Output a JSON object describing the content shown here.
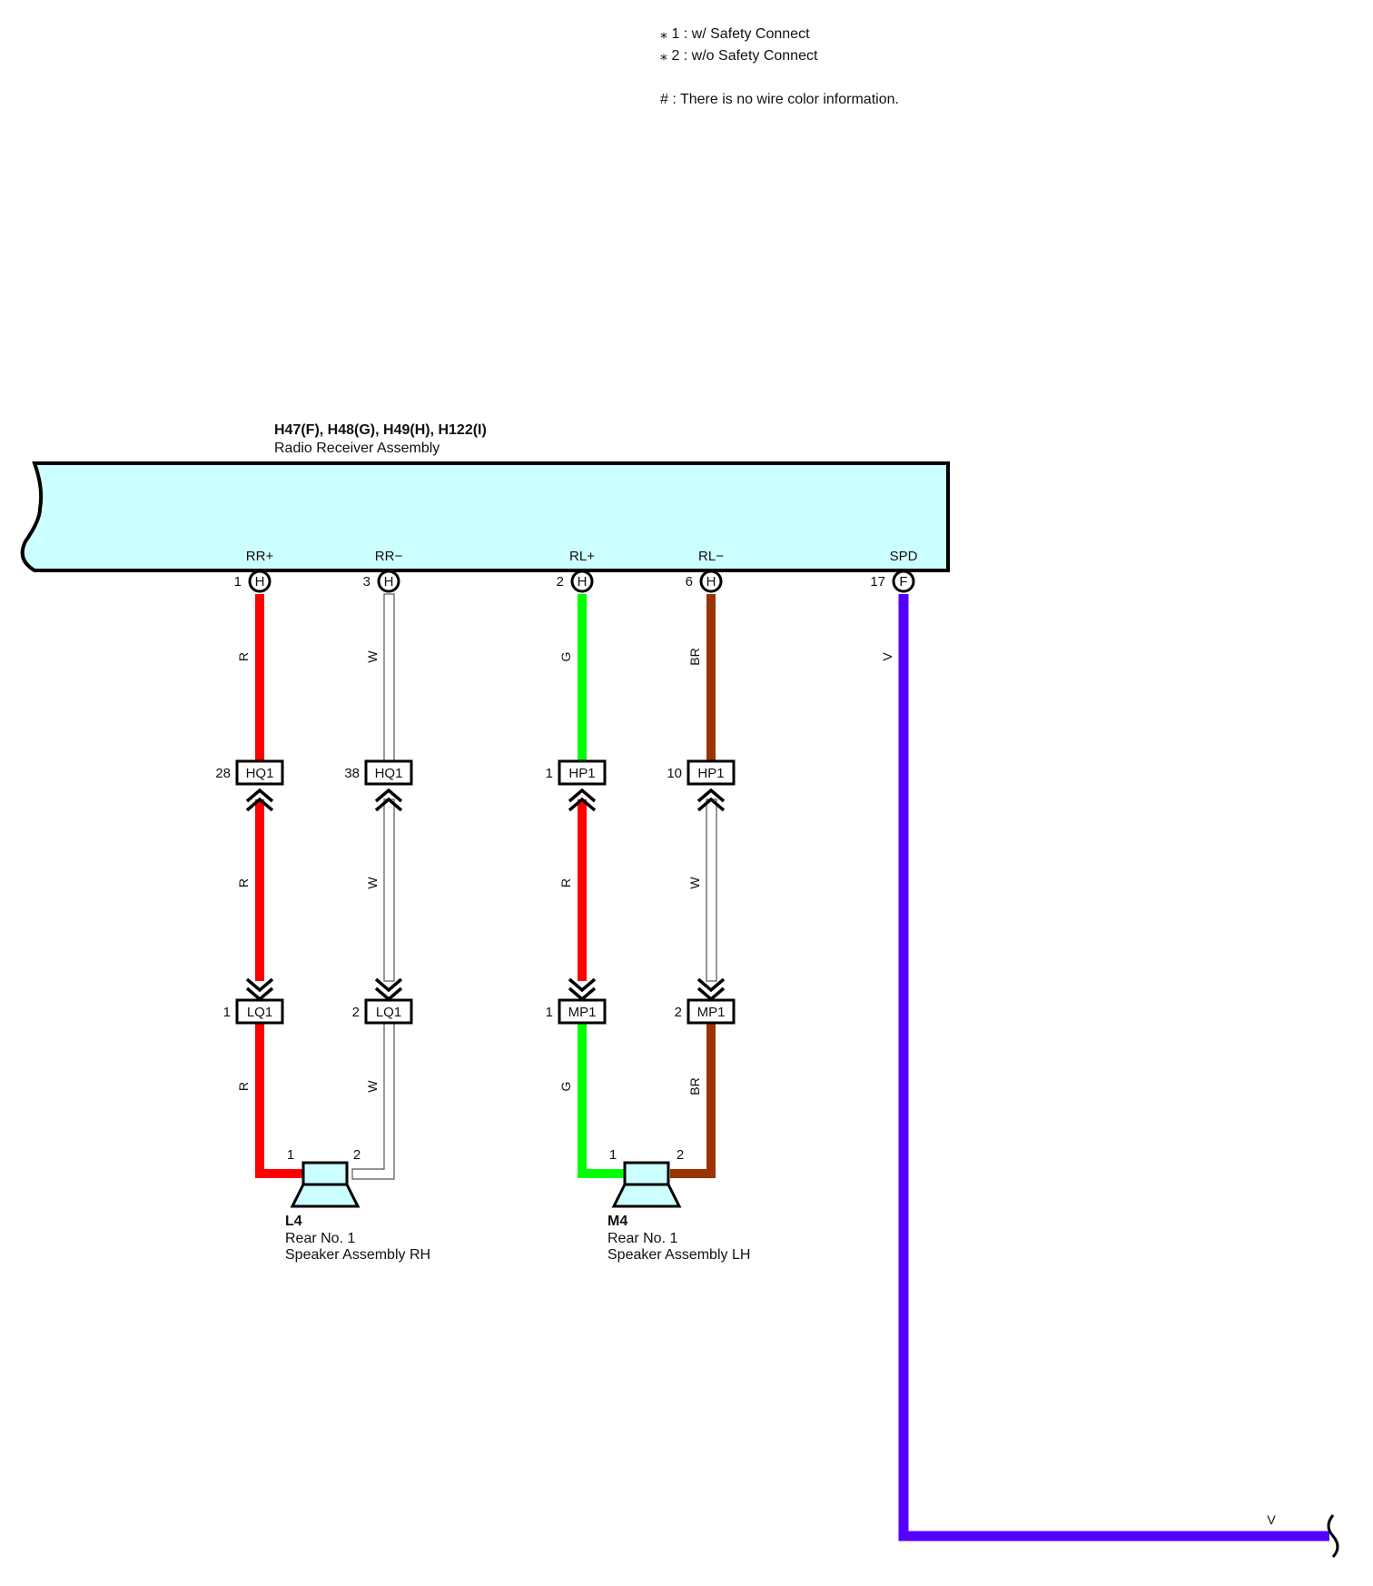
{
  "notes": {
    "note1": "⁎ 1 : w/ Safety Connect",
    "note2": "⁎ 2 : w/o Safety Connect",
    "note3": "# : There is no wire color information."
  },
  "receiver": {
    "codes": "H47(F), H48(G), H49(H), H122(I)",
    "name": "Radio Receiver Assembly",
    "fill": "#ccffff",
    "terminals": [
      {
        "label": "RR+",
        "pin": "1",
        "conn": "H"
      },
      {
        "label": "RR−",
        "pin": "3",
        "conn": "H"
      },
      {
        "label": "RL+",
        "pin": "2",
        "conn": "H"
      },
      {
        "label": "RL−",
        "pin": "6",
        "conn": "H"
      },
      {
        "label": "SPD",
        "pin": "17",
        "conn": "F"
      }
    ]
  },
  "wires": [
    {
      "colors": [
        "R",
        "R",
        "R"
      ],
      "hex": [
        "#ff0000",
        "#ff0000",
        "#ff0000"
      ],
      "upper": {
        "pin": "28",
        "name": "HQ1"
      },
      "lower": {
        "pin": "1",
        "name": "LQ1"
      }
    },
    {
      "colors": [
        "W",
        "W",
        "W"
      ],
      "hex": [
        "#ffffff",
        "#ffffff",
        "#ffffff"
      ],
      "upper": {
        "pin": "38",
        "name": "HQ1"
      },
      "lower": {
        "pin": "2",
        "name": "LQ1"
      }
    },
    {
      "colors": [
        "G",
        "R",
        "G"
      ],
      "hex": [
        "#00ff00",
        "#ff0000",
        "#00ff00"
      ],
      "upper": {
        "pin": "1",
        "name": "HP1"
      },
      "lower": {
        "pin": "1",
        "name": "MP1"
      }
    },
    {
      "colors": [
        "BR",
        "W",
        "BR"
      ],
      "hex": [
        "#993300",
        "#ffffff",
        "#993300"
      ],
      "upper": {
        "pin": "10",
        "name": "HP1"
      },
      "lower": {
        "pin": "2",
        "name": "MP1"
      }
    },
    {
      "colors": [
        "V"
      ],
      "hex": [
        "#5500ff"
      ]
    }
  ],
  "spd_end_label": "V",
  "speakers": [
    {
      "code": "L4",
      "line1": "Rear No.  1",
      "line2": "Speaker Assembly RH",
      "pin1": "1",
      "pin2": "2"
    },
    {
      "code": "M4",
      "line1": "Rear No.  1",
      "line2": "Speaker Assembly LH",
      "pin1": "1",
      "pin2": "2"
    }
  ],
  "speaker_fill": "#ccffff"
}
